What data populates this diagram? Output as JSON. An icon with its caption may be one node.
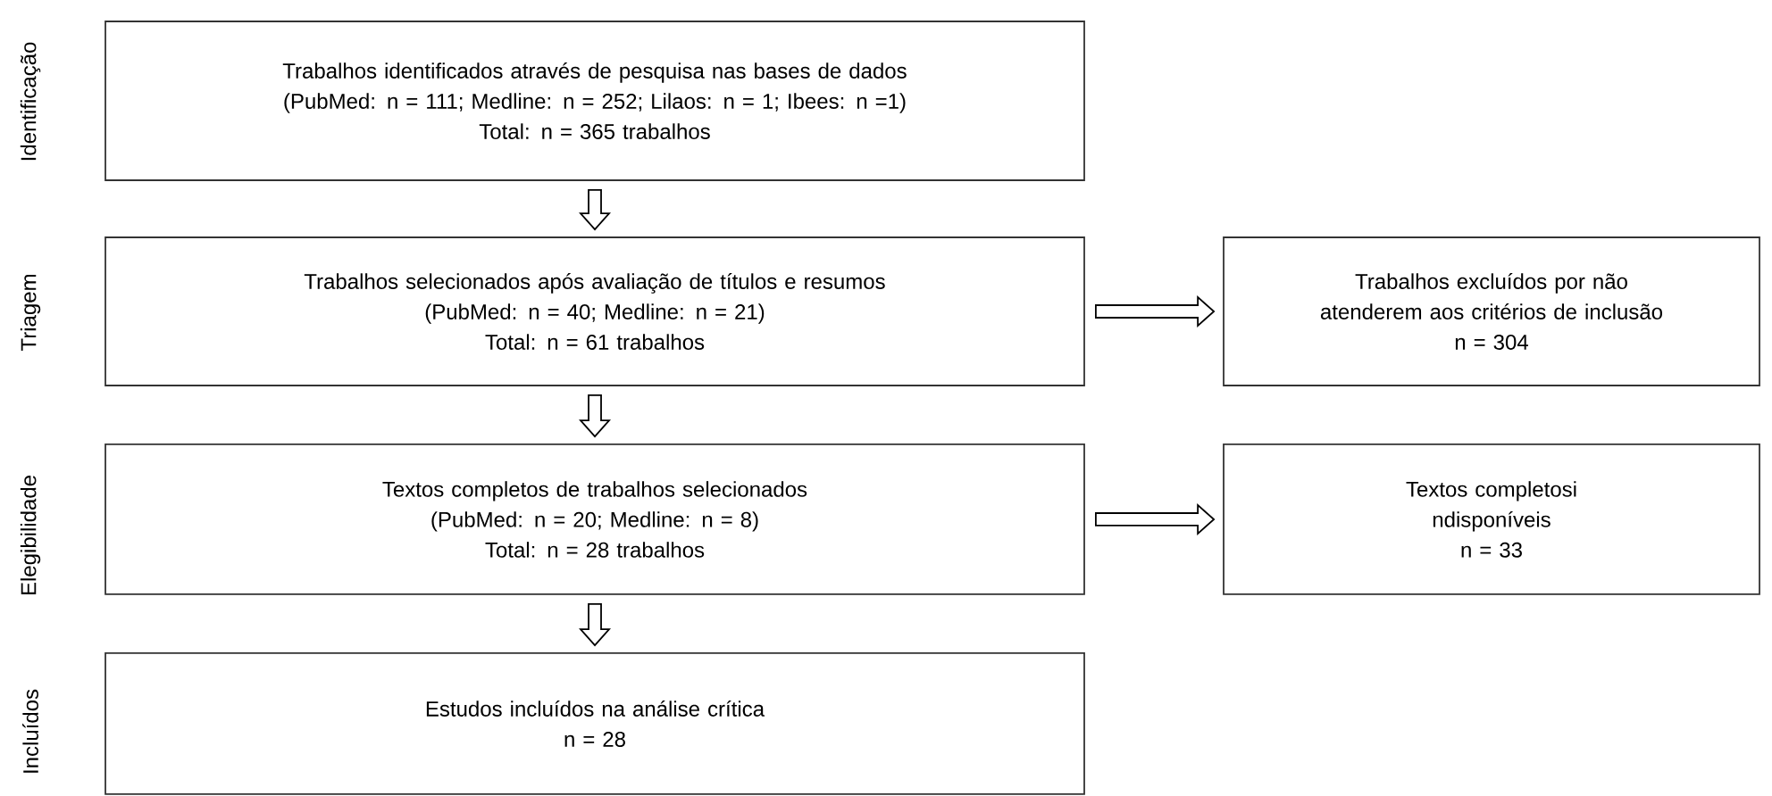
{
  "diagram": {
    "nodes": [
      {
        "text": [
          "Trabalhos identificados através de pesquisa nas bases de dados",
          "(PubMed: n = 111; Medline: n = 252; Lilaos: n = 1; Ibees: n =1)",
          "Total: n = 365 trabalhos"
        ]
      },
      {
        "text": [
          "Trabalhos selecionados após avaliação de títulos e resumos",
          "(PubMed: n = 40; Medline: n = 21)",
          "Total: n = 61 trabalhos"
        ]
      },
      {
        "text": [
          "Trabalhos excluídos por não atenderem aos critérios de inclusão",
          "n = 304"
        ]
      },
      {
        "text": [
          "Textos completos de trabalhos selecionados",
          "(PubMed: n = 20; Medline: n = 8)",
          "Total: n = 28 trabalhos"
        ]
      },
      {
        "text": [
          "Textos completosi ndisponíveis",
          "n = 33"
        ]
      },
      {
        "text": [
          "Estudos incluídos na análise crítica",
          "n = 28"
        ]
      }
    ],
    "edges": [
      {
        "from": 0,
        "to": 1,
        "arrow": "to"
      },
      {
        "from": 1,
        "to": 2,
        "arrow": "to"
      },
      {
        "from": 1,
        "to": 3,
        "arrow": "to"
      },
      {
        "from": 3,
        "to": 4,
        "arrow": "to"
      },
      {
        "from": 3,
        "to": 5,
        "arrow": "to"
      }
    ],
    "labels": [
      "Identificação",
      "Triagem",
      "Elegibilidade",
      "Incluídos"
    ]
  }
}
